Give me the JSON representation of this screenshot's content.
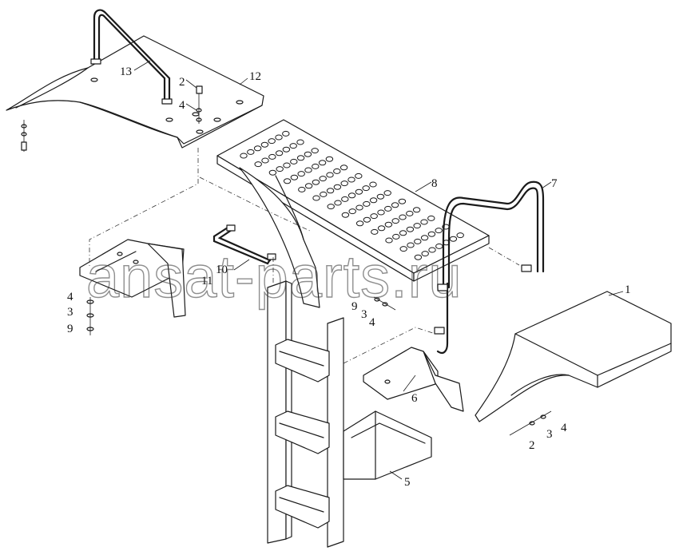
{
  "watermark": "ansat-parts.ru",
  "callouts": [
    {
      "id": "c13",
      "text": "13"
    },
    {
      "id": "c12",
      "text": "12"
    },
    {
      "id": "c2a",
      "text": "2"
    },
    {
      "id": "c4a",
      "text": "4"
    },
    {
      "id": "c8",
      "text": "8"
    },
    {
      "id": "c7",
      "text": "7"
    },
    {
      "id": "c10",
      "text": "10"
    },
    {
      "id": "c11",
      "text": "11"
    },
    {
      "id": "c4b",
      "text": "4"
    },
    {
      "id": "c3b",
      "text": "3"
    },
    {
      "id": "c9b",
      "text": "9"
    },
    {
      "id": "c9c",
      "text": "9"
    },
    {
      "id": "c3c",
      "text": "3"
    },
    {
      "id": "c4c",
      "text": "4"
    },
    {
      "id": "c1",
      "text": "1"
    },
    {
      "id": "c6",
      "text": "6"
    },
    {
      "id": "c5",
      "text": "5"
    },
    {
      "id": "c2d",
      "text": "2"
    },
    {
      "id": "c3d",
      "text": "3"
    },
    {
      "id": "c4d",
      "text": "4"
    }
  ]
}
